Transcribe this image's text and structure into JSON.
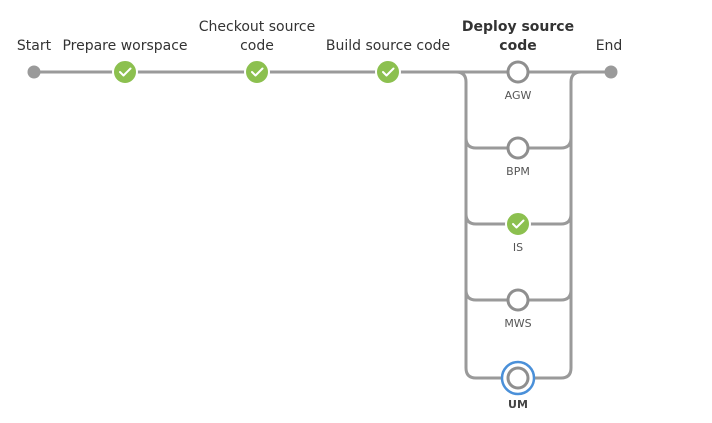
{
  "pipeline": {
    "colors": {
      "line": "#9a9a9a",
      "success": "#8cc04f",
      "pending_stroke": "#8f8f8f",
      "active_ring": "#4a90d9",
      "endpoint": "#9a9a9a"
    },
    "start": {
      "label": "Start"
    },
    "end": {
      "label": "End"
    },
    "stages": [
      {
        "label_lines": [
          "Prepare worspace"
        ],
        "status": "success",
        "icon": "check-icon"
      },
      {
        "label_lines": [
          "Checkout source",
          "code"
        ],
        "status": "success",
        "icon": "check-icon"
      },
      {
        "label_lines": [
          "Build source code"
        ],
        "status": "success",
        "icon": "check-icon"
      }
    ],
    "parallel_stage": {
      "label_lines": [
        "Deploy source",
        "code"
      ],
      "branches": [
        {
          "label": "AGW",
          "status": "pending"
        },
        {
          "label": "BPM",
          "status": "pending"
        },
        {
          "label": "IS",
          "status": "success",
          "icon": "check-icon"
        },
        {
          "label": "MWS",
          "status": "pending"
        },
        {
          "label": "UM",
          "status": "running"
        }
      ]
    }
  }
}
